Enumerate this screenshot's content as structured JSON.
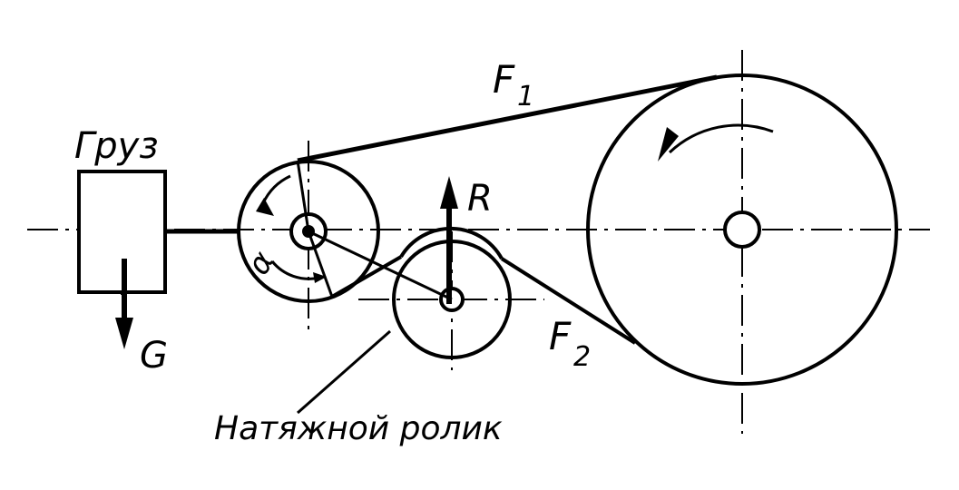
{
  "labels": {
    "load": "Груз",
    "weight": "G",
    "reaction": "R",
    "tension_tight_main": "F",
    "tension_tight_sub": "1",
    "tension_slack_main": "F",
    "tension_slack_sub": "2",
    "angle": "α",
    "idler": "Натяжной ролик"
  },
  "colors": {
    "ink": "#000000",
    "paper": "#ffffff"
  }
}
